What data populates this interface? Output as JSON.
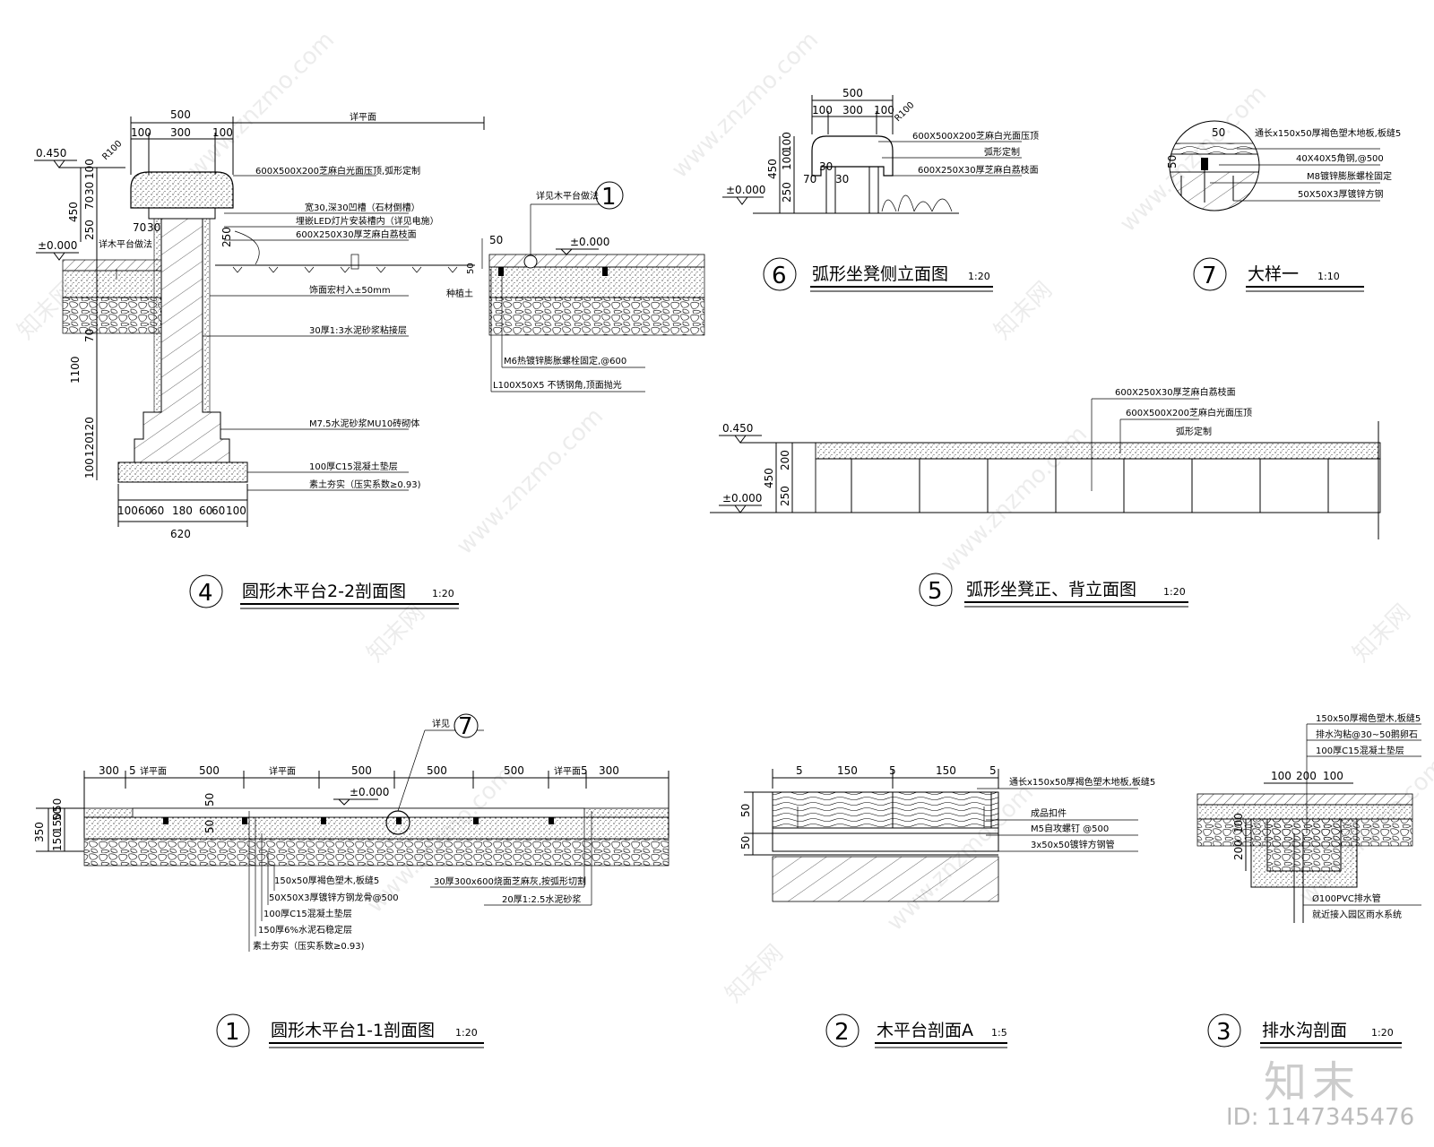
{
  "drawings": {
    "d4": {
      "num": "4",
      "title": "圆形木平台2-2剖面图",
      "scale": "1:20",
      "dims_top": {
        "total": "500",
        "a": "100",
        "b": "300",
        "c": "100",
        "detail": "详平面"
      },
      "dims_left": [
        "100",
        "30",
        "70",
        "30",
        "450",
        "250",
        "70",
        "1100",
        "120",
        "120",
        "100"
      ],
      "level_top": "0.450",
      "level_zero": "±0.000",
      "radius": "R100",
      "dims_bottom": {
        "total": "620",
        "parts": [
          "100",
          "60",
          "60",
          "180",
          "60",
          "60",
          "100"
        ]
      },
      "inner_dims": {
        "a": "70",
        "b": "30",
        "c": "250"
      },
      "labels": [
        "600X500X200芝麻白光面压顶,弧形定制",
        "宽30,深30凹槽（石材倒槽）",
        "埋嵌LED灯片安装槽内（详见电施）",
        "600X250X30厚芝麻白荔枝面",
        "饰面宏村入±50mm",
        "30厚1:3水泥砂浆粘接层",
        "M7.5水泥砂浆MU10砖砌体",
        "100厚C15混凝土垫层",
        "素土夯实（压实系数≥0.93)"
      ],
      "side_note": "详木平台做法",
      "detail_ref": {
        "text": "详见木平台做法",
        "num": "1"
      },
      "right_labels": [
        "种植土",
        "M6热镀锌膨胀螺栓固定,@600",
        "L100X50X5 不锈钢角,顶面抛光"
      ],
      "right_dims": {
        "a": "50",
        "b": "50",
        "level": "±0.000"
      }
    },
    "d6": {
      "num": "6",
      "title": "弧形坐凳侧立面图",
      "scale": "1:20",
      "dims_top": {
        "total": "500",
        "a": "100",
        "b": "300",
        "c": "100"
      },
      "radius": "R100",
      "dims_left": [
        "100",
        "100",
        "450",
        "250"
      ],
      "inner": [
        "70",
        "30",
        "30"
      ],
      "level": "±0.000",
      "labels": [
        "600X500X200芝麻白光面压顶",
        "弧形定制",
        "600X250X30厚芝麻白荔枝面"
      ]
    },
    "d7": {
      "num": "7",
      "title": "大样一",
      "scale": "1:10",
      "dims": [
        "50",
        "50"
      ],
      "labels": [
        "通长x150x50厚褐色塑木地板,板缝5",
        "40X40X5角钢,@500",
        "M8镀锌膨胀螺栓固定",
        "50X50X3厚镀锌方钢"
      ]
    },
    "d5": {
      "num": "5",
      "title": "弧形坐凳正、背立面图",
      "scale": "1:20",
      "level_top": "0.450",
      "level_zero": "±0.000",
      "dims_left": [
        "200",
        "450",
        "250"
      ],
      "labels": [
        "600X250X30厚芝麻白荔枝面",
        "600X500X200芝麻白光面压顶",
        "弧形定制"
      ]
    },
    "d1": {
      "num": "1",
      "title": "圆形木平台1-1剖面图",
      "scale": "1:20",
      "dims_top": [
        "300",
        "5",
        "详平面",
        "500",
        "详平面",
        "500",
        "500",
        "500",
        "详平面",
        "5",
        "300"
      ],
      "detail_ref": {
        "text": "详见",
        "num": "7"
      },
      "level": "±0.000",
      "dims_left": [
        "50",
        "50",
        "150",
        "150",
        "350"
      ],
      "inner": [
        "50",
        "50"
      ],
      "labels_left": [
        "150x50厚褐色塑木,板缝5",
        "50X50X3厚镀锌方钢龙骨@500",
        "100厚C15混凝土垫层",
        "150厚6%水泥石稳定层",
        "素土夯实（压实系数≥0.93)"
      ],
      "labels_right": [
        "30厚300x600烧面芝麻灰,按弧形切割",
        "20厚1:2.5水泥砂浆"
      ]
    },
    "d2": {
      "num": "2",
      "title": "木平台剖面A",
      "scale": "1:5",
      "dims_top": [
        "5",
        "150",
        "5",
        "150",
        "5"
      ],
      "dims_left": [
        "50",
        "50"
      ],
      "labels": [
        "通长x150x50厚褐色塑木地板,板缝5",
        "成品扣件",
        "M5自攻螺钉 @500",
        "3x50x50镀锌方钢管"
      ]
    },
    "d3": {
      "num": "3",
      "title": "排水沟剖面",
      "scale": "1:20",
      "dims_top": [
        "100",
        "200",
        "100"
      ],
      "dims_left": [
        "100",
        "200"
      ],
      "labels_top": [
        "150x50厚褐色塑木,板缝5",
        "排水沟粘@30~50鹅卵石",
        "100厚C15混凝土垫层"
      ],
      "labels_bottom": [
        "Ø100PVC排水管",
        "就近接入园区雨水系统"
      ]
    }
  },
  "watermark": {
    "site": "www.znzmo.com",
    "brand": "知末网",
    "logo": "知末",
    "id": "ID: 1147345476"
  }
}
